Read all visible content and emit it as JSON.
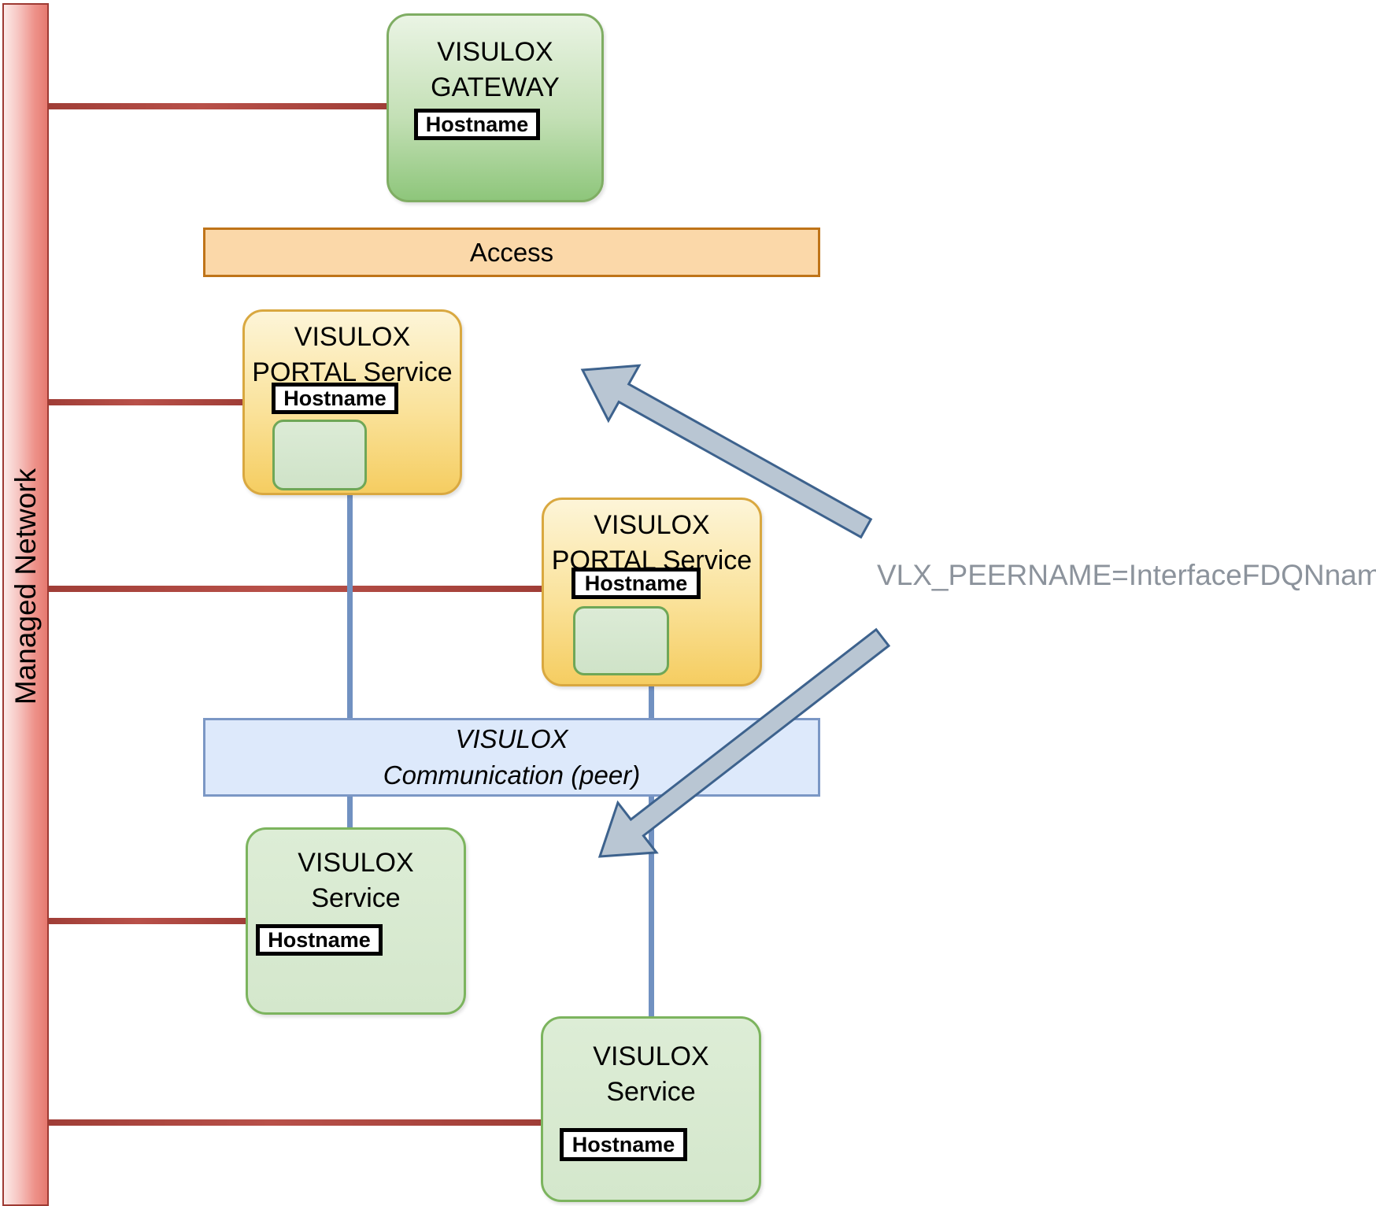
{
  "diagram": {
    "managed_network_label": "Managed Network",
    "gateway": {
      "title1": "VISULOX",
      "title2": "GATEWAY",
      "hostname": "Hostname"
    },
    "access_bar": {
      "label": "Access"
    },
    "portal1": {
      "title1": "VISULOX",
      "title2": "PORTAL Service",
      "hostname": "Hostname"
    },
    "portal2": {
      "title1": "VISULOX",
      "title2": "PORTAL Service",
      "hostname": "Hostname"
    },
    "comm_bar": {
      "line1": "VISULOX",
      "line2": "Communication (peer)"
    },
    "service1": {
      "title1": "VISULOX",
      "title2": "Service",
      "hostname": "Hostname"
    },
    "service2": {
      "title1": "VISULOX",
      "title2": "Service",
      "hostname": "Hostname"
    },
    "annotation": {
      "vlx_peername": "VLX_PEERNAME=InterfaceFDQNname"
    },
    "colors": {
      "managed_network_red": "#e6796f",
      "connector_red": "#a03e37",
      "connector_blue": "#7191c1",
      "gateway_green": "#8ec67b",
      "portal_yellow": "#f5cd61",
      "service_green": "#d9ead2",
      "access_orange": "#fbd8a9",
      "comm_blue": "#dde9fb",
      "arrow_fill": "#b9c6d3",
      "arrow_stroke": "#3d628d",
      "annotation_gray": "#8c939c"
    }
  }
}
